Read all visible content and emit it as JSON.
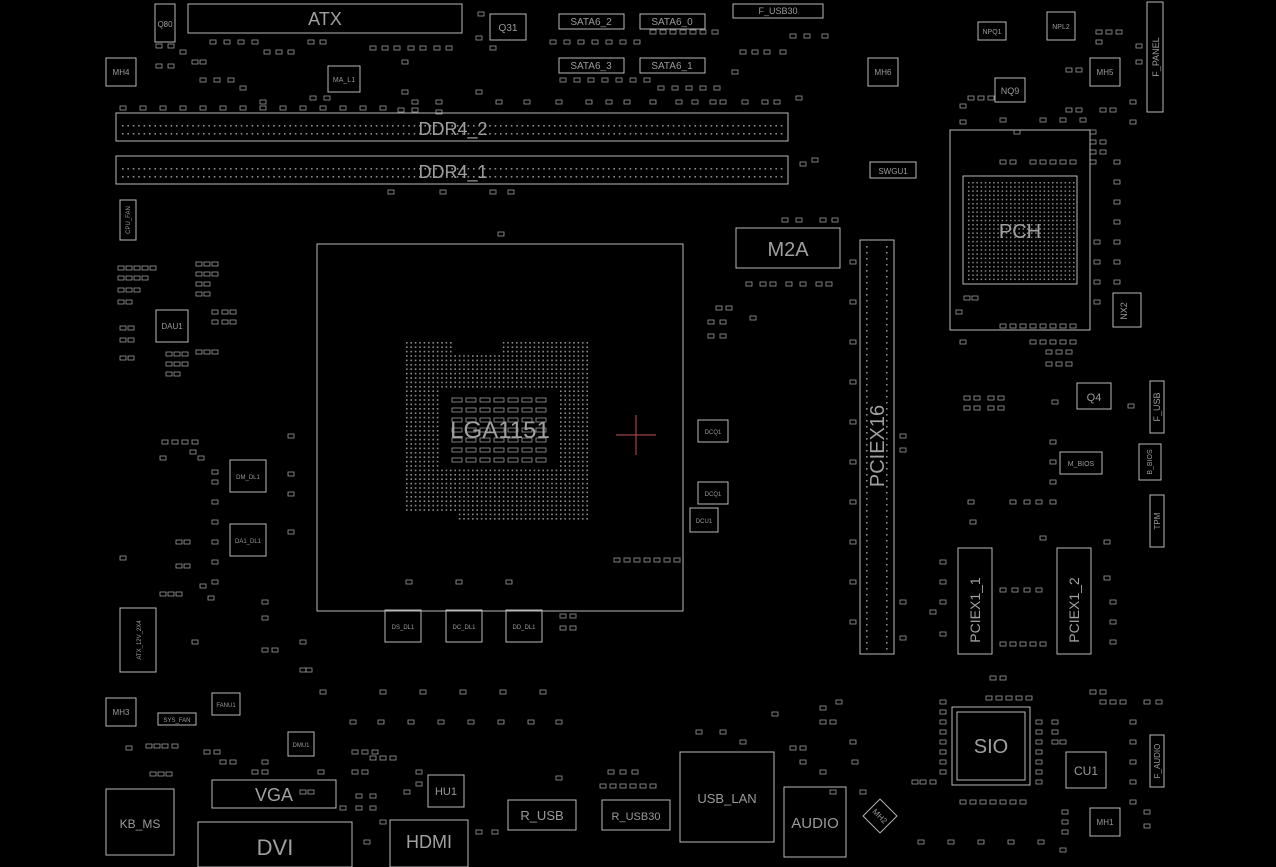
{
  "labels": {
    "atx": "ATX",
    "q31": "Q31",
    "q80": "Q80",
    "sata2": "SATA6_2",
    "sata0": "SATA6_0",
    "sata3": "SATA6_3",
    "sata1": "SATA6_1",
    "f_usb30": "F_USB30",
    "npq1": "NPQ1",
    "npl2": "NPL2",
    "nq9": "NQ9",
    "mh4": "MH4",
    "mh5": "MH5",
    "mh6": "MH6",
    "f_panel": "F_PANEL",
    "ma_l1": "MA_L1",
    "ddr4_2": "DDR4_2",
    "ddr4_1": "DDR4_1",
    "swgu1": "SWGU1",
    "pch": "PCH",
    "m2a": "M2A",
    "nx2": "NX2",
    "q4": "Q4",
    "f_usb": "F_USB",
    "m_bios": "M_BIOS",
    "b_bios": "B_BIOS",
    "tpm": "TPM",
    "pciex16": "PCIEX16",
    "pciex1_1": "PCIEX1_1",
    "pciex1_2": "PCIEX1_2",
    "lga1151": "LGA1151",
    "dau1": "DAU1",
    "cpu_fan": "CPU_FAN",
    "dm_dl1": "DM_DL1",
    "da1_dl1": "DA1_DL1",
    "atx_12v_2x4": "ATX_12V_2X4",
    "ds_dl1": "DS_DL1",
    "dc_dl1": "DC_DL1",
    "dd_dl1": "DD_DL1",
    "dcq1": "DCQ1",
    "dcq1b": "DCQ1",
    "dcu1": "DCU1",
    "mh3": "MH3",
    "sys_fan": "SYS_FAN",
    "fanu1": "FANU1",
    "dmu1": "DMU1",
    "vga": "VGA",
    "kb_ms": "KB_MS",
    "dvi": "DVI",
    "hu1": "HU1",
    "hdmi": "HDMI",
    "r_usb": "R_USB",
    "r_usb30": "R_USB30",
    "usb_lan": "USB_LAN",
    "audio": "AUDIO",
    "mh2": "MH2",
    "sio": "SIO",
    "cu1": "CU1",
    "f_audio": "F_AUDIO",
    "mh1": "MH1"
  },
  "colors": {
    "background": "#000000",
    "outline": "#b8b8b8",
    "label": "#9a9a9a",
    "cursor": "#c0505a"
  }
}
